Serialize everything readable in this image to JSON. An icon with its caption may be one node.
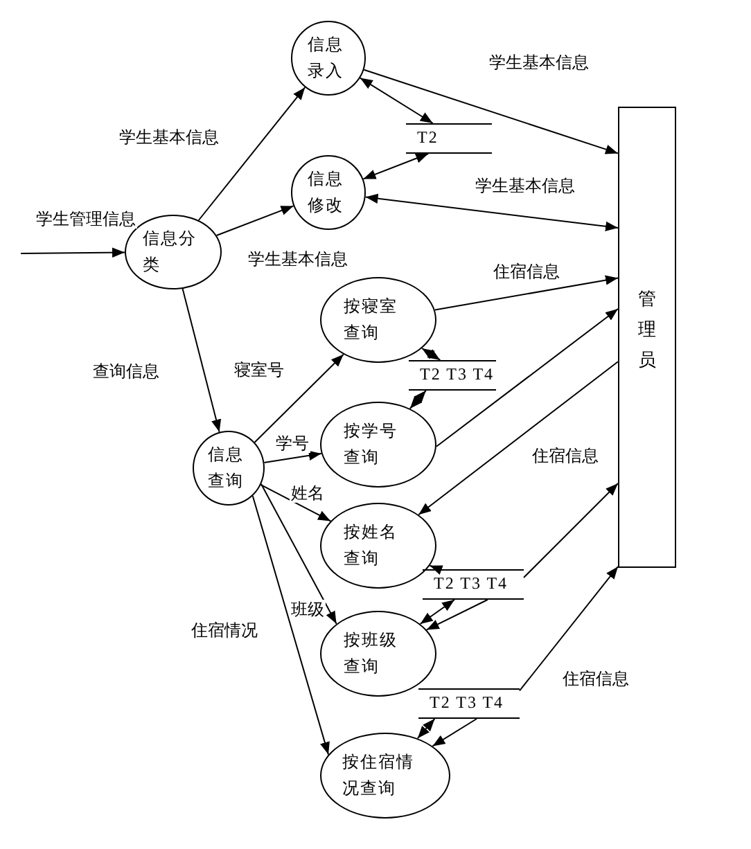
{
  "diagram": {
    "nodes": [
      {
        "text": [
          "信息分类"
        ]
      },
      {
        "text": [
          "信息录入"
        ]
      },
      {
        "text": [
          "信息修改"
        ]
      },
      {
        "text": [
          "T2"
        ]
      },
      {
        "text": [
          "管理员"
        ]
      },
      {
        "text": [
          "按寝室查询"
        ]
      },
      {
        "text": [
          "T2 T3 T4"
        ]
      },
      {
        "text": [
          "按学号查询"
        ]
      },
      {
        "text": [
          "信息查询"
        ]
      },
      {
        "text": [
          "按姓名查询"
        ]
      },
      {
        "text": [
          "T2 T3 T4"
        ]
      },
      {
        "text": [
          "按班级查询"
        ]
      },
      {
        "text": [
          "T2 T3 T4"
        ]
      },
      {
        "text": [
          "按住宿情况查询"
        ]
      }
    ],
    "edges": [
      {
        "from": null,
        "to": 0,
        "arrow": "to",
        "label": "学生管理信息"
      },
      {
        "from": 0,
        "to": 1,
        "arrow": "to",
        "label": "学生基本信息"
      },
      {
        "from": 0,
        "to": 2,
        "arrow": "to",
        "label": "学生基本信息"
      },
      {
        "from": 1,
        "to": 4,
        "arrow": "to",
        "label": "学生基本信息"
      },
      {
        "from": 1,
        "to": 3,
        "arrow": "both"
      },
      {
        "from": 2,
        "to": 3,
        "arrow": "both"
      },
      {
        "from": 2,
        "to": 4,
        "arrow": "both",
        "label": "学生基本信息"
      },
      {
        "from": 0,
        "to": 8,
        "arrow": "to",
        "label": "查询信息"
      },
      {
        "from": 8,
        "to": 5,
        "arrow": "to",
        "label": "寝室号"
      },
      {
        "from": 8,
        "to": 7,
        "arrow": "to",
        "label": "学号"
      },
      {
        "from": 8,
        "to": 9,
        "arrow": "to",
        "label": "姓名"
      },
      {
        "from": 8,
        "to": 11,
        "arrow": "to",
        "label": "班级"
      },
      {
        "from": 8,
        "to": 13,
        "arrow": "to",
        "label": "住宿情况"
      },
      {
        "from": 5,
        "to": 4,
        "arrow": "to",
        "label": "住宿信息"
      },
      {
        "from": 5,
        "to": 6,
        "arrow": "both"
      },
      {
        "from": 6,
        "to": 7,
        "arrow": "both"
      },
      {
        "from": 7,
        "to": 4,
        "arrow": "to"
      },
      {
        "from": 4,
        "to": 9,
        "arrow": "to",
        "label": "住宿信息"
      },
      {
        "from": 10,
        "to": 9,
        "arrow": "to"
      },
      {
        "from": 10,
        "to": 4,
        "arrow": "to"
      },
      {
        "from": 11,
        "to": 10,
        "arrow": "both"
      },
      {
        "from": 10,
        "to": 11,
        "arrow": "to"
      },
      {
        "from": 12,
        "to": 4,
        "arrow": "to",
        "label": "住宿信息"
      },
      {
        "from": 13,
        "to": 12,
        "arrow": "both"
      },
      {
        "from": 12,
        "to": 13,
        "arrow": "to"
      }
    ]
  }
}
